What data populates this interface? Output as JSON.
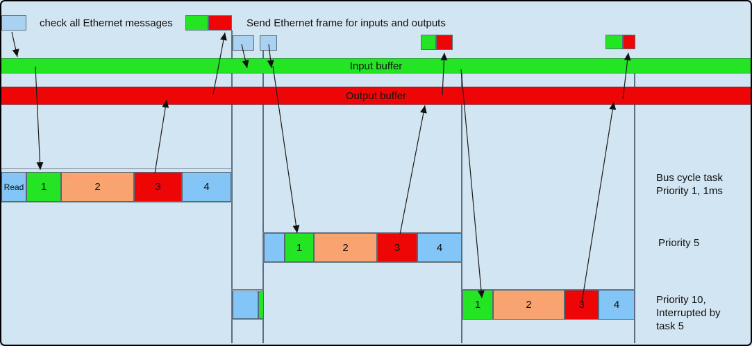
{
  "diagram": {
    "annotations": {
      "check_messages": "check all Ethernet messages",
      "send_frame": "Send Ethernet frame for inputs and outputs"
    },
    "buffers": {
      "input_label": "Input buffer",
      "output_label": "Output buffer"
    },
    "rows": {
      "bus_cycle": {
        "label_lines": [
          "Bus cycle task",
          "Priority 1, 1ms"
        ],
        "blocks": [
          "Read",
          "1",
          "2",
          "3",
          "4"
        ]
      },
      "priority5": {
        "label_lines": [
          "Priority 5"
        ],
        "blocks": [
          "",
          "1",
          "2",
          "3",
          "4"
        ]
      },
      "priority10": {
        "label_lines": [
          "Priority 10,",
          "Interrupted by",
          "task 5"
        ],
        "interrupted_blocks": [
          "",
          ""
        ],
        "blocks": [
          "1",
          "2",
          "3",
          "4"
        ]
      }
    },
    "colors": {
      "background": "#d2e5f2",
      "buffer_green": "#23e523",
      "buffer_red": "#ee0606",
      "task_orange": "#f9a371",
      "task_blue": "#82c5f6",
      "indicator_blue": "#a9d2f2",
      "line_gray": "#5d6f7d"
    }
  }
}
